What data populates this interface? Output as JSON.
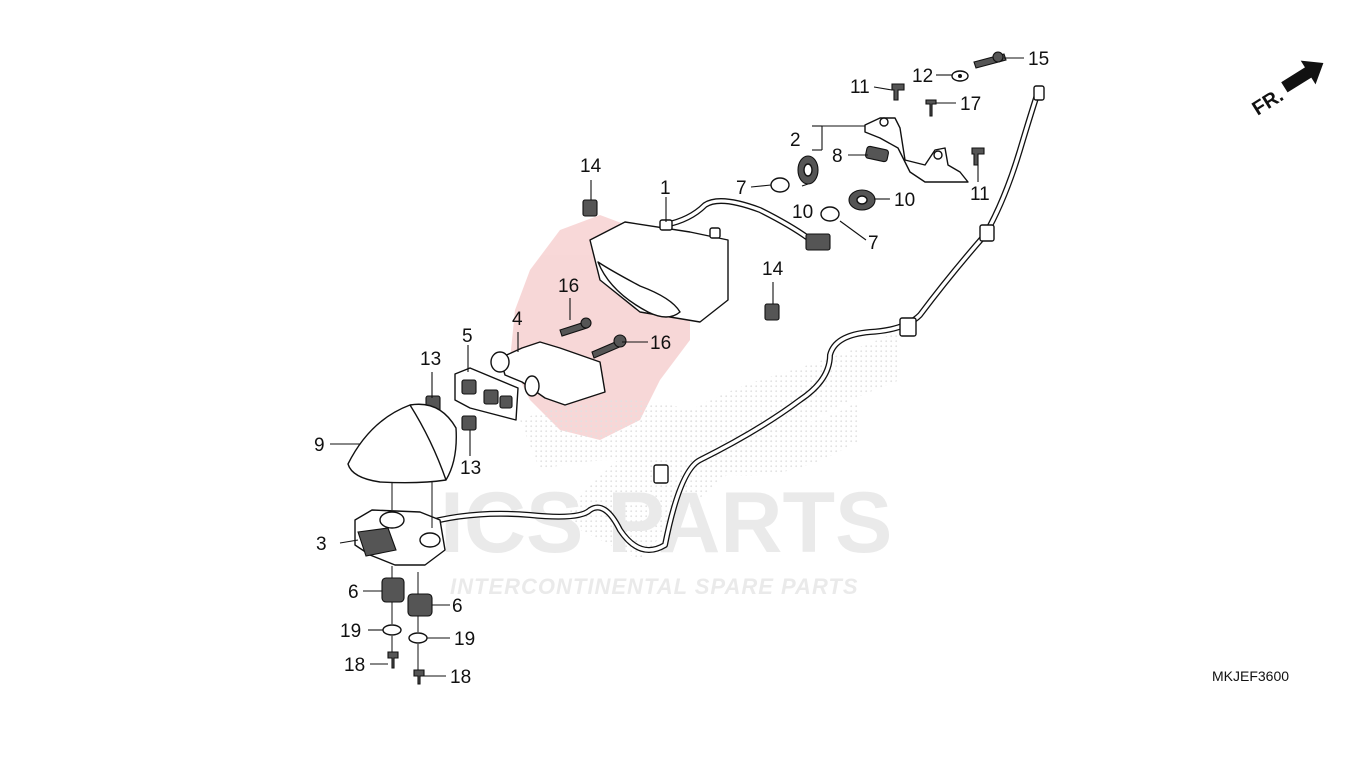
{
  "diagram": {
    "drawing_code": "MKJEF3600",
    "direction_label": "FR.",
    "watermark": {
      "brand": "ICS PARTS",
      "tagline": "INTERCONTINENTAL SPARE PARTS",
      "color": "#e8a0a0"
    },
    "callouts": [
      {
        "id": "c1",
        "text": "1"
      },
      {
        "id": "c2",
        "text": "2"
      },
      {
        "id": "c3",
        "text": "3"
      },
      {
        "id": "c4",
        "text": "4"
      },
      {
        "id": "c5",
        "text": "5"
      },
      {
        "id": "c6a",
        "text": "6"
      },
      {
        "id": "c6b",
        "text": "6"
      },
      {
        "id": "c7a",
        "text": "7"
      },
      {
        "id": "c7b",
        "text": "7"
      },
      {
        "id": "c8",
        "text": "8"
      },
      {
        "id": "c9",
        "text": "9"
      },
      {
        "id": "c10a",
        "text": "10"
      },
      {
        "id": "c10b",
        "text": "10"
      },
      {
        "id": "c11a",
        "text": "11"
      },
      {
        "id": "c11b",
        "text": "11"
      },
      {
        "id": "c12",
        "text": "12"
      },
      {
        "id": "c13a",
        "text": "13"
      },
      {
        "id": "c13b",
        "text": "13"
      },
      {
        "id": "c14a",
        "text": "14"
      },
      {
        "id": "c14b",
        "text": "14"
      },
      {
        "id": "c15",
        "text": "15"
      },
      {
        "id": "c16a",
        "text": "16"
      },
      {
        "id": "c16b",
        "text": "16"
      },
      {
        "id": "c17",
        "text": "17"
      },
      {
        "id": "c18a",
        "text": "18"
      },
      {
        "id": "c18b",
        "text": "18"
      },
      {
        "id": "c19a",
        "text": "19"
      },
      {
        "id": "c19b",
        "text": "19"
      }
    ]
  }
}
